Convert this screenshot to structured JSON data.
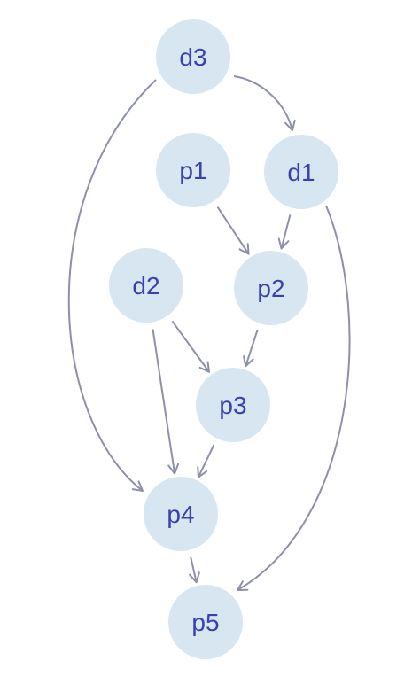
{
  "diagram": {
    "type": "directed-graph",
    "colors": {
      "node_fill": "#d7e6f1",
      "node_text": "#3b3fb0",
      "edge": "#8e90aa"
    },
    "nodes": [
      {
        "id": "d3",
        "label": "d3"
      },
      {
        "id": "p1",
        "label": "p1"
      },
      {
        "id": "d1",
        "label": "d1"
      },
      {
        "id": "d2",
        "label": "d2"
      },
      {
        "id": "p2",
        "label": "p2"
      },
      {
        "id": "p3",
        "label": "p3"
      },
      {
        "id": "p4",
        "label": "p4"
      },
      {
        "id": "p5",
        "label": "p5"
      }
    ],
    "edges": [
      {
        "from": "d3",
        "to": "d1"
      },
      {
        "from": "d3",
        "to": "p4"
      },
      {
        "from": "p1",
        "to": "p2"
      },
      {
        "from": "d1",
        "to": "p2"
      },
      {
        "from": "d1",
        "to": "p5"
      },
      {
        "from": "d2",
        "to": "p3"
      },
      {
        "from": "d2",
        "to": "p4"
      },
      {
        "from": "p2",
        "to": "p3"
      },
      {
        "from": "p3",
        "to": "p4"
      },
      {
        "from": "p4",
        "to": "p5"
      }
    ]
  }
}
